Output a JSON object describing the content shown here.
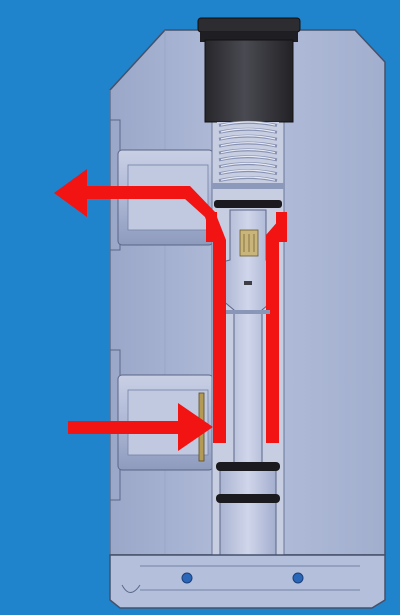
{
  "colors": {
    "background": "#1f84cc",
    "body_fill": "#a9b5d3",
    "body_shade": "#95a2c3",
    "body_edge": "#46506a",
    "bore": "#c7cee2",
    "cap": "#2e2e33",
    "spring": "#cfd5e6",
    "flow_arrow": "#f21313",
    "seal": "#1b1b1f",
    "poppet": "#b39a55"
  },
  "components": [
    {
      "name": "cap",
      "icon": "threaded-cap"
    },
    {
      "name": "spring",
      "icon": "compression-spring"
    },
    {
      "name": "poppet",
      "icon": "poppet-valve"
    },
    {
      "name": "spool",
      "icon": "valve-spool"
    },
    {
      "name": "o-rings",
      "icon": "o-ring-seals"
    },
    {
      "name": "outlet-port",
      "icon": "side-port"
    },
    {
      "name": "inlet-port",
      "icon": "side-port"
    }
  ],
  "flow": {
    "inlet_direction": "right",
    "outlet_direction": "left"
  }
}
